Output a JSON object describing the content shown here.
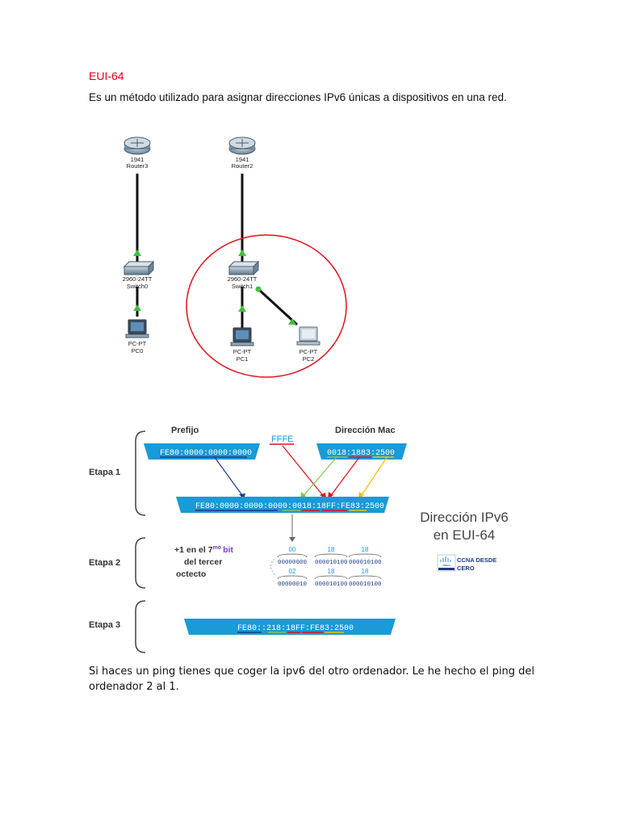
{
  "document": {
    "title": "EUI-64",
    "intro": "Es un método utilizado para asignar direcciones IPv6 únicas a dispositivos en una red.",
    "outro": "Si haces un ping tienes que coger la ipv6 del otro ordenador. Le he hecho el ping del ordenador 2 al 1."
  },
  "topology": {
    "router_left": {
      "model": "1941",
      "name": "Router3"
    },
    "router_right": {
      "model": "1941",
      "name": "Router2"
    },
    "switch_left": {
      "model": "2960-24TT",
      "name": "Switch0"
    },
    "switch_right": {
      "model": "2960-24TT",
      "name": "Switch1"
    },
    "pc0": {
      "model": "PC-PT",
      "name": "PC0"
    },
    "pc1": {
      "model": "PC-PT",
      "name": "PC1"
    },
    "pc2": {
      "model": "PC-PT",
      "name": "PC2"
    },
    "link_color": "#111111",
    "port_up_color": "#3fbf3f",
    "highlight_color": "#e0121a"
  },
  "eui64": {
    "prefix_label": "Prefijo",
    "mac_label": "Dirección Mac",
    "fffe_label": "FFFE",
    "prefix_value": "FE80:0000:0000:0000",
    "mac_value": "0018:1883:2500",
    "stage1_label": "Etapa 1",
    "stage2_label": "Etapa 2",
    "stage3_label": "Etapa 3",
    "combined_value": "FE80:0000:0000:0000:0018:18FF:FE83:2500",
    "bit_note_line1": "+1 en el 7",
    "bit_note_sup": "mo",
    "bit_note_bit": "bit",
    "bit_note_line2": "del tercer",
    "bit_note_line3": "octecto",
    "hex_top": [
      "00",
      "18",
      "18"
    ],
    "bin_top": [
      "00000000",
      "000010100",
      "000010100"
    ],
    "hex_bottom": [
      "02",
      "18",
      "18"
    ],
    "bin_bottom": [
      "00000010",
      "000010100",
      "000010100"
    ],
    "final_value": "FE80::218:18FF:FE83:2500",
    "heading_line1": "Dirección IPv6",
    "heading_line2": "en EUI-64",
    "logo_small": "cisco",
    "logo_line1": "CCNA DESDE",
    "logo_line2": "CERO",
    "bar_color": "#1a9ad6",
    "prefix_line_color": "#1f3a8a",
    "fffe_color": "#e0121a",
    "mac_color_1": "#7ac943",
    "mac_color_2": "#f2c200"
  }
}
